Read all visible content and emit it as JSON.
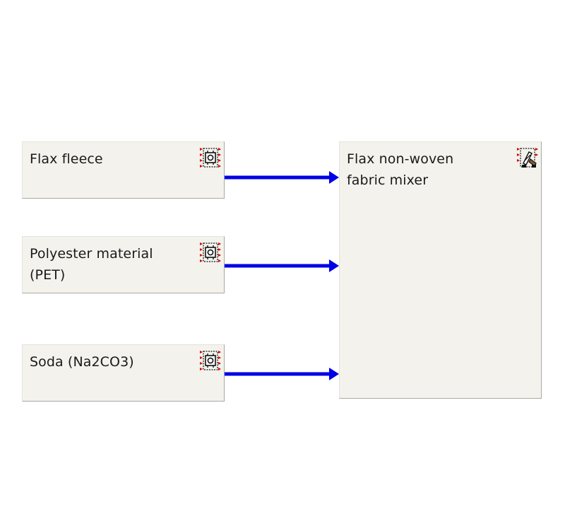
{
  "diagram": {
    "nodes": [
      {
        "id": "flax",
        "label": "Flax fleece",
        "icon": "process-icon"
      },
      {
        "id": "pet",
        "label": "Polyester material\n(PET)",
        "icon": "process-icon"
      },
      {
        "id": "soda",
        "label": "Soda (Na2CO3)",
        "icon": "process-icon"
      },
      {
        "id": "mixer",
        "label": "Flax non-woven\nfabric mixer",
        "icon": "mixer-icon"
      }
    ],
    "edges": [
      {
        "from": "flax",
        "to": "mixer"
      },
      {
        "from": "pet",
        "to": "mixer"
      },
      {
        "from": "soda",
        "to": "mixer"
      }
    ],
    "colors": {
      "arrow": "#0000e6",
      "node_fill": "#f3f2ec",
      "icon_red": "#d40000"
    }
  }
}
